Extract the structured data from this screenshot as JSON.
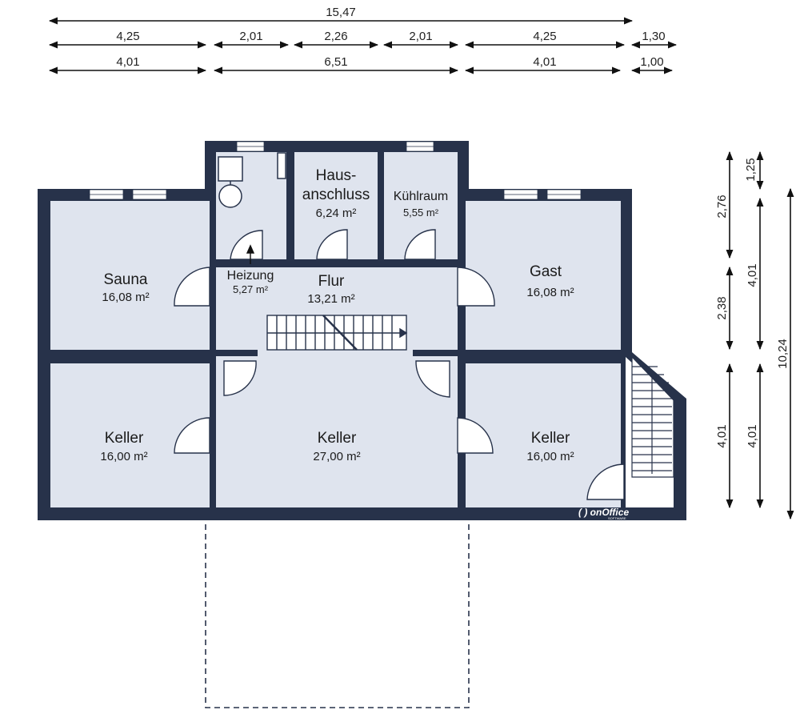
{
  "colors": {
    "wall": "#27324a",
    "floor": "#dfe4ee",
    "window": "#ffffff",
    "dimension": "#111111",
    "terrace_outline": "#27324a"
  },
  "dimensions": {
    "top": {
      "row1": [
        "15,47"
      ],
      "row2": [
        "4,25",
        "2,01",
        "2,26",
        "2,01",
        "4,25",
        "1,30"
      ],
      "row3": [
        "4,01",
        "6,51",
        "4,01",
        "1,00"
      ]
    },
    "right": {
      "col1": [
        "2,76",
        "2,38",
        "4,01"
      ],
      "col1_top": "1,25",
      "col2": [
        "4,01",
        "4,01"
      ],
      "col3": "10,24"
    }
  },
  "rooms": {
    "sauna": {
      "name": "Sauna",
      "area": "16,08 m²"
    },
    "heizung": {
      "name": "Heizung",
      "area": "5,27 m²"
    },
    "hausanschluss": {
      "name_line1": "Haus-",
      "name_line2": "anschluss",
      "area": "6,24 m²"
    },
    "kuehlraum": {
      "name": "Kühlraum",
      "area": "5,55 m²"
    },
    "flur": {
      "name": "Flur",
      "area": "13,21 m²"
    },
    "gast": {
      "name": "Gast",
      "area": "16,08 m²"
    },
    "keller_left": {
      "name": "Keller",
      "area": "16,00 m²"
    },
    "keller_center": {
      "name": "Keller",
      "area": "27,00 m²"
    },
    "keller_right": {
      "name": "Keller",
      "area": "16,00 m²"
    }
  },
  "logo": {
    "text": "onOffice",
    "sub": "SOFTWARE"
  }
}
